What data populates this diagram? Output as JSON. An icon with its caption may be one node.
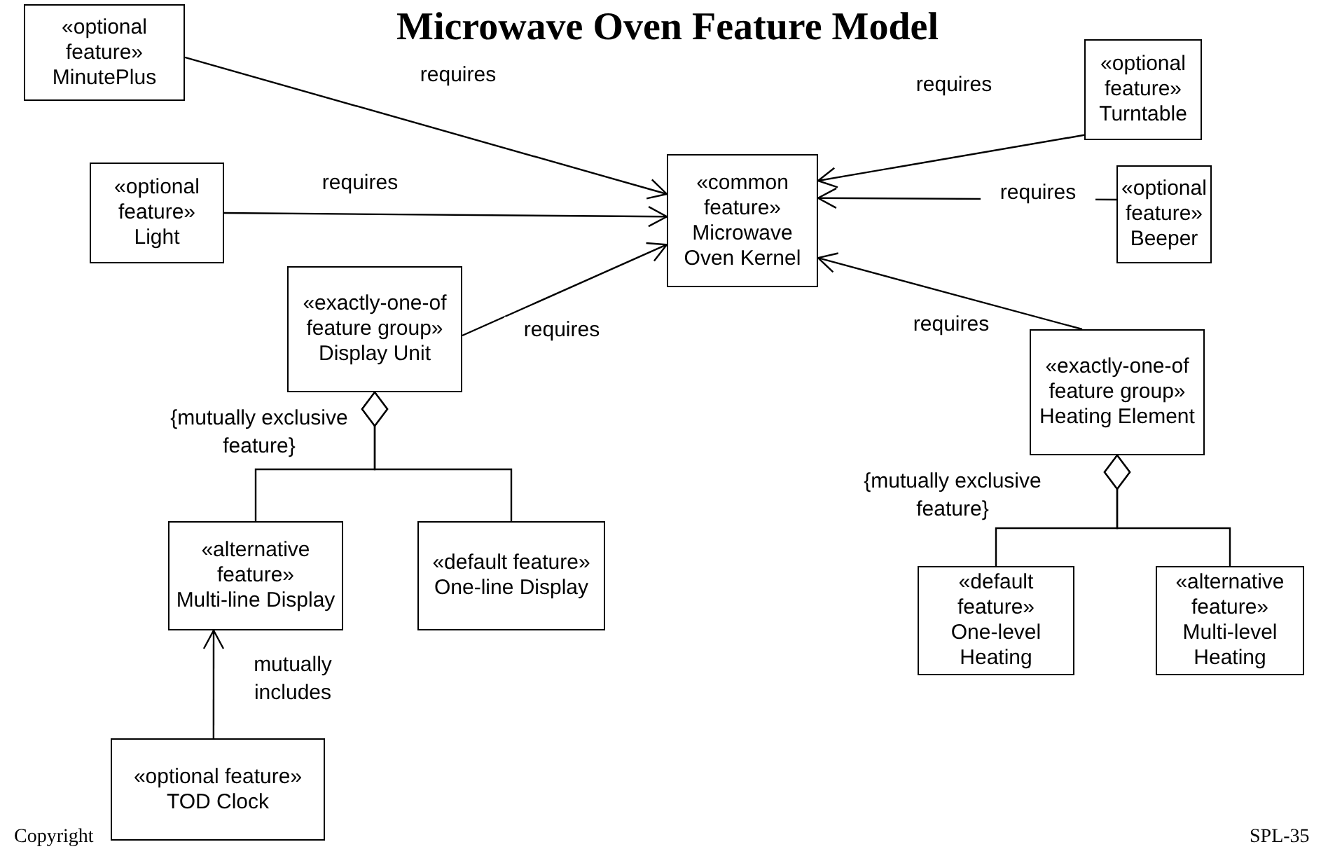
{
  "diagram": {
    "title": "Microwave Oven Feature Model",
    "nodes": [
      {
        "text": [
          "«optional feature»",
          "MinutePlus"
        ]
      },
      {
        "text": [
          "«optional feature»",
          "Light"
        ]
      },
      {
        "text": [
          "«common feature»",
          "Microwave Oven Kernel"
        ]
      },
      {
        "text": [
          "«optional feature»",
          "Turntable"
        ]
      },
      {
        "text": [
          "«optional feature»",
          "Beeper"
        ]
      },
      {
        "text": [
          "«exactly-one-of feature group»",
          "Display Unit"
        ]
      },
      {
        "text": [
          "«exactly-one-of feature group»",
          "Heating Element"
        ]
      },
      {
        "text": [
          "«alternative feature»",
          "Multi-line Display"
        ]
      },
      {
        "text": [
          "«default feature»",
          "One-line Display"
        ]
      },
      {
        "text": [
          "«default feature»",
          "One-level Heating"
        ]
      },
      {
        "text": [
          "«alternative feature»",
          "Multi-level Heating"
        ]
      },
      {
        "text": [
          "«optional feature»",
          "TOD Clock"
        ]
      }
    ],
    "edges": [
      {
        "from": 0,
        "to": 2,
        "arrow": "to",
        "label": "requires"
      },
      {
        "from": 3,
        "to": 2,
        "arrow": "to",
        "label": "requires"
      },
      {
        "from": 1,
        "to": 2,
        "arrow": "to",
        "label": "requires"
      },
      {
        "from": 4,
        "to": 2,
        "arrow": "to",
        "label": "requires"
      },
      {
        "from": 5,
        "to": 2,
        "arrow": "to",
        "label": "requires"
      },
      {
        "from": 6,
        "to": 2,
        "arrow": "to",
        "label": "requires"
      },
      {
        "from": 7,
        "to": 5,
        "arrow": "other"
      },
      {
        "from": 8,
        "to": 5,
        "arrow": "other"
      },
      {
        "from": 9,
        "to": 6,
        "arrow": "other"
      },
      {
        "from": 10,
        "to": 6,
        "arrow": "other"
      },
      {
        "from": 11,
        "to": 7,
        "arrow": "to",
        "label": "mutually includes"
      }
    ],
    "labels": [
      "{mutually exclusive feature}",
      "{mutually exclusive feature}",
      "Copyright",
      "SPL-35"
    ]
  }
}
